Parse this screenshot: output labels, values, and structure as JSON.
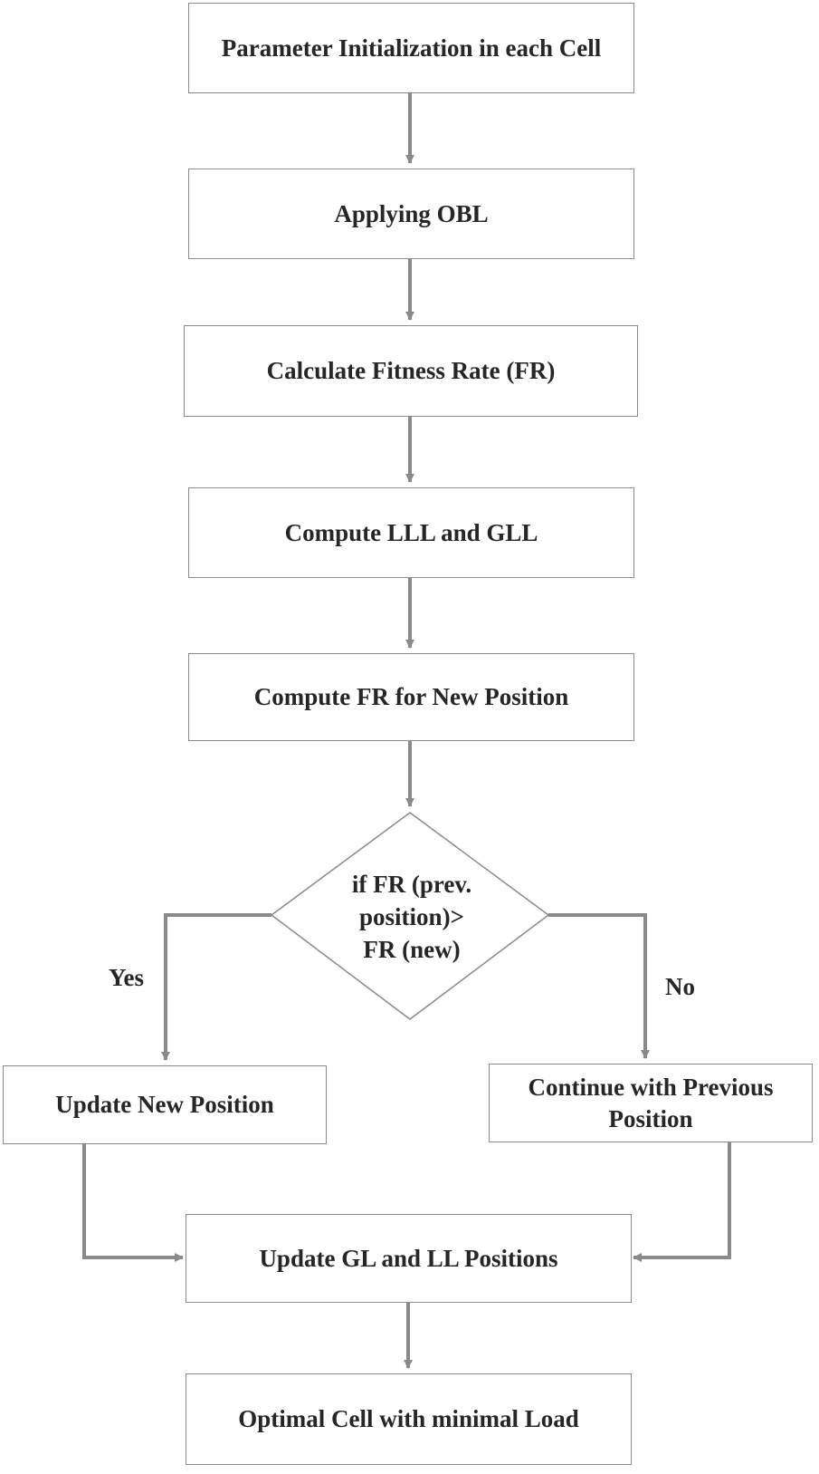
{
  "flowchart": {
    "nodes": {
      "init": "Parameter Initialization in each Cell",
      "obl": "Applying OBL",
      "fitness": "Calculate Fitness Rate (FR)",
      "compute_lll_gll": "Compute LLL and GLL",
      "compute_fr_new": "Compute FR for New Position",
      "decision": "if FR (prev.\nposition)>\nFR (new)",
      "update_new": "Update New Position",
      "continue_prev": "Continue with Previous\nPosition",
      "update_gl_ll": "Update GL and LL Positions",
      "optimal": "Optimal Cell with minimal Load"
    },
    "branches": {
      "yes": "Yes",
      "no": "No"
    },
    "colors": {
      "arrow": "#8a8a8a",
      "border": "#8a8a8a",
      "text": "#262626"
    }
  }
}
